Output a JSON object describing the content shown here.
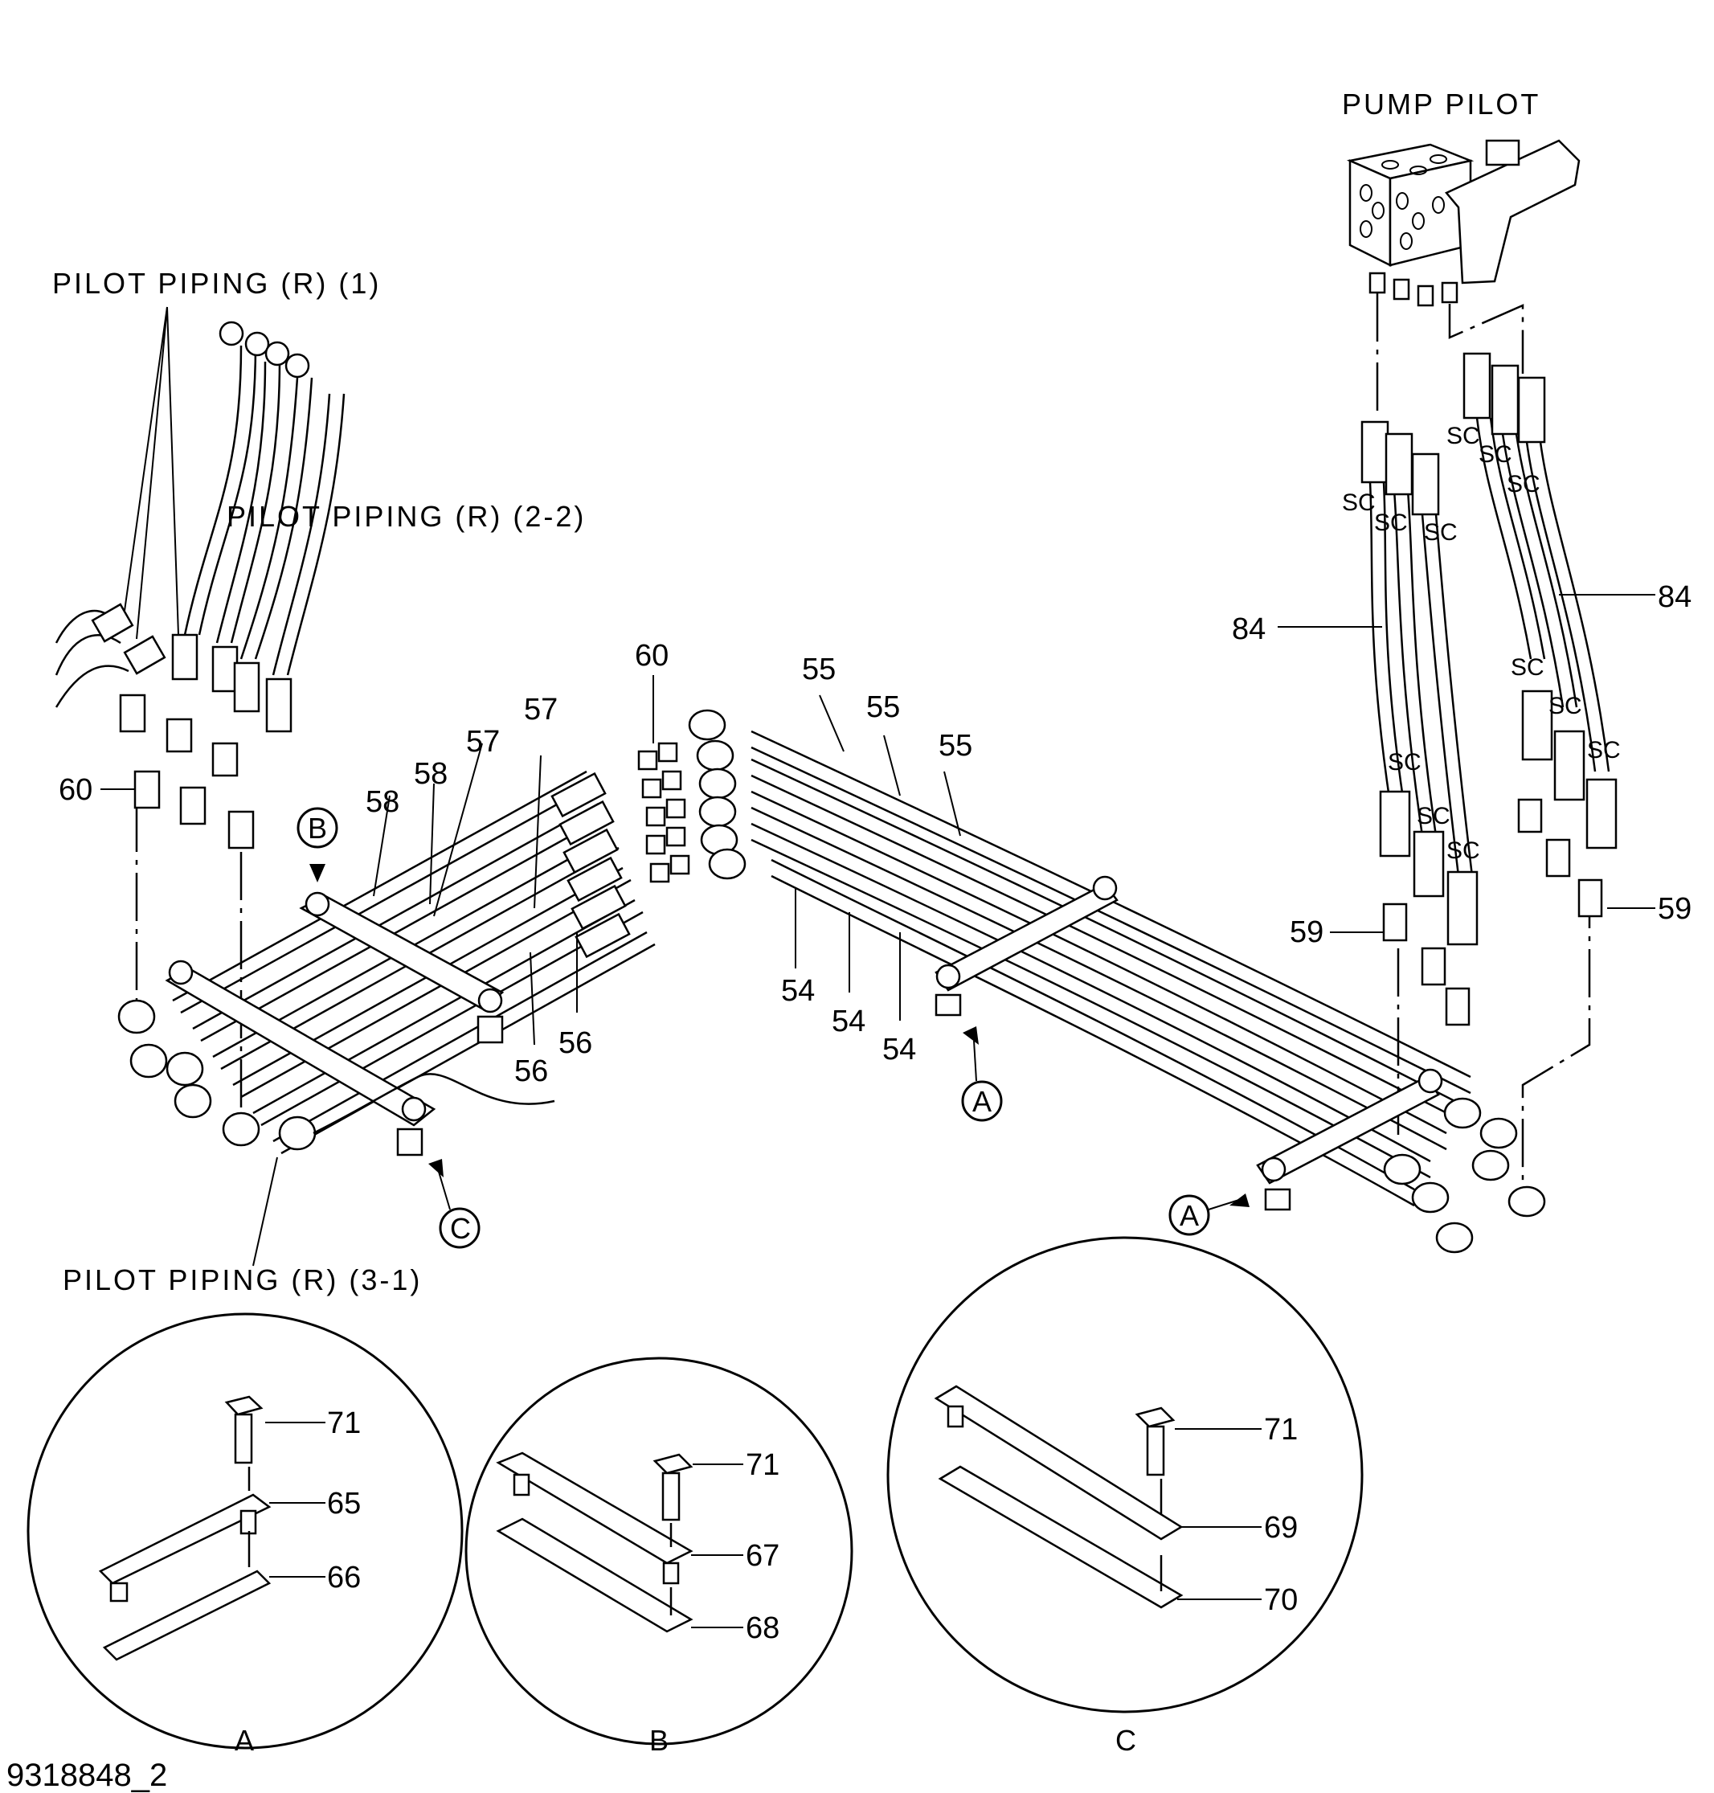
{
  "drawing_code": "9318848_2",
  "group_labels": {
    "pump_pilot": "PUMP  PILOT",
    "pilot_r1": "PILOT  PIPING (R)  (1)",
    "pilot_r22": "PILOT  PIPING (R)  (2-2)",
    "pilot_r31": "PILOT  PIPING (R)  (3-1)"
  },
  "part_numbers": {
    "p54": "54",
    "p55": "55",
    "p56": "56",
    "p57": "57",
    "p58": "58",
    "p59": "59",
    "p60": "60",
    "p65": "65",
    "p66": "66",
    "p67": "67",
    "p68": "68",
    "p69": "69",
    "p70": "70",
    "p71": "71",
    "p84": "84"
  },
  "fitting_marker": "SC",
  "view_refs": {
    "a": "A",
    "b": "B",
    "c": "C"
  },
  "detail_views": [
    "A",
    "B",
    "C"
  ]
}
